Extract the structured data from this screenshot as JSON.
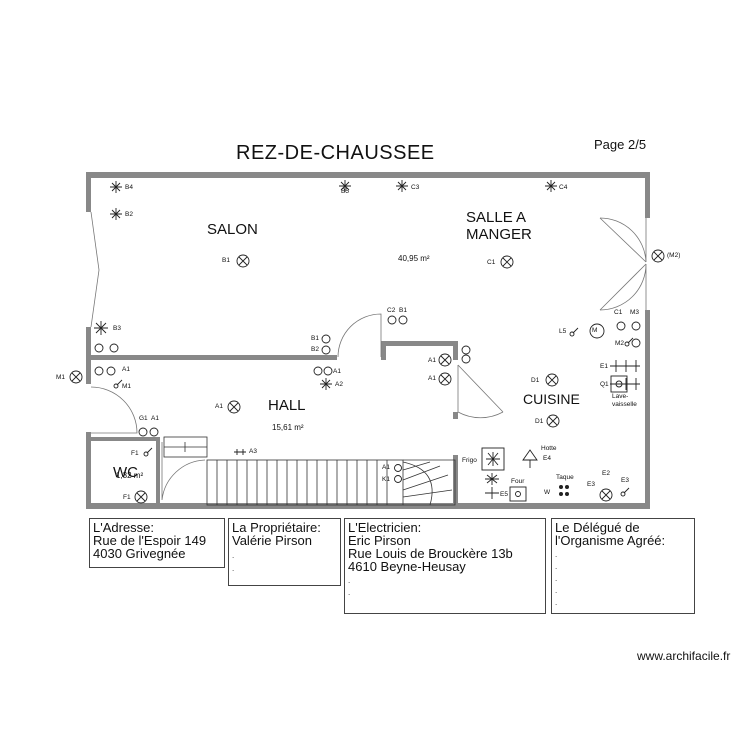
{
  "header": {
    "title": "REZ-DE-CHAUSSEE",
    "page": "Page 2/5"
  },
  "rooms": {
    "salon": "SALON",
    "salle_line1": "SALLE A",
    "salle_line2": "MANGER",
    "salle_area": "40,95 m²",
    "hall": "HALL",
    "hall_area": "15,61 m²",
    "cuisine": "CUISINE",
    "wc": "WC",
    "wc_area": "1,32 m²"
  },
  "symbols": {
    "b4": "B4",
    "b2": "B2",
    "b5": "B5",
    "c3": "C3",
    "c4": "C4",
    "b3": "B3",
    "b1_salon": "B1",
    "c1_salle": "C1",
    "m2_out": "(M2)",
    "c2": "C2",
    "b1_door": "B1",
    "b1_sw": "B1",
    "b2_sw": "B2",
    "a1_top": "A1",
    "a1_mid": "A1",
    "a1_right": "A1",
    "a1_right2": "A1",
    "a2": "A2",
    "a1_hall": "A1",
    "a3": "A3",
    "m1_out": "M1",
    "a1_left": "A1",
    "m1": "M1",
    "g1": "G1",
    "a1_g": "A1",
    "f1_sw": "F1",
    "f1_light": "F1",
    "a1_stair": "A1",
    "k1": "K1",
    "c1_k": "C1",
    "m3": "M3",
    "l5": "L5",
    "m2": "M2",
    "e1": "E1",
    "q1": "Q1",
    "lave1": "Lave-",
    "lave2": "vaisselle",
    "d1_a": "D1",
    "d1_b": "D1",
    "hotte": "Hotte",
    "e4": "E4",
    "frigo": "Frigo",
    "four": "Four",
    "e5": "E5",
    "taque": "Taque",
    "w": "W",
    "e2": "E2",
    "e3": "E3",
    "e3b": "E3",
    "motor": "M"
  },
  "info_boxes": [
    {
      "lines": [
        "L'Adresse:",
        "Rue de l'Espoir 149",
        "4030 Grivegnée"
      ],
      "dots": []
    },
    {
      "lines": [
        "La Propriétaire:",
        "Valérie Pirson"
      ],
      "dots": [
        ".",
        "."
      ]
    },
    {
      "lines": [
        "L'Electricien:",
        "Eric Pirson",
        "Rue Louis de Brouckère 13b",
        "4610 Beyne-Heusay"
      ],
      "dots": [
        ".",
        "."
      ]
    },
    {
      "lines": [
        "Le Délégué de",
        "l'Organisme Agréé:"
      ],
      "dots": [
        ".",
        ".",
        ".",
        ".",
        "."
      ]
    }
  ],
  "footer": {
    "credit": "www.archifacile.fr"
  }
}
